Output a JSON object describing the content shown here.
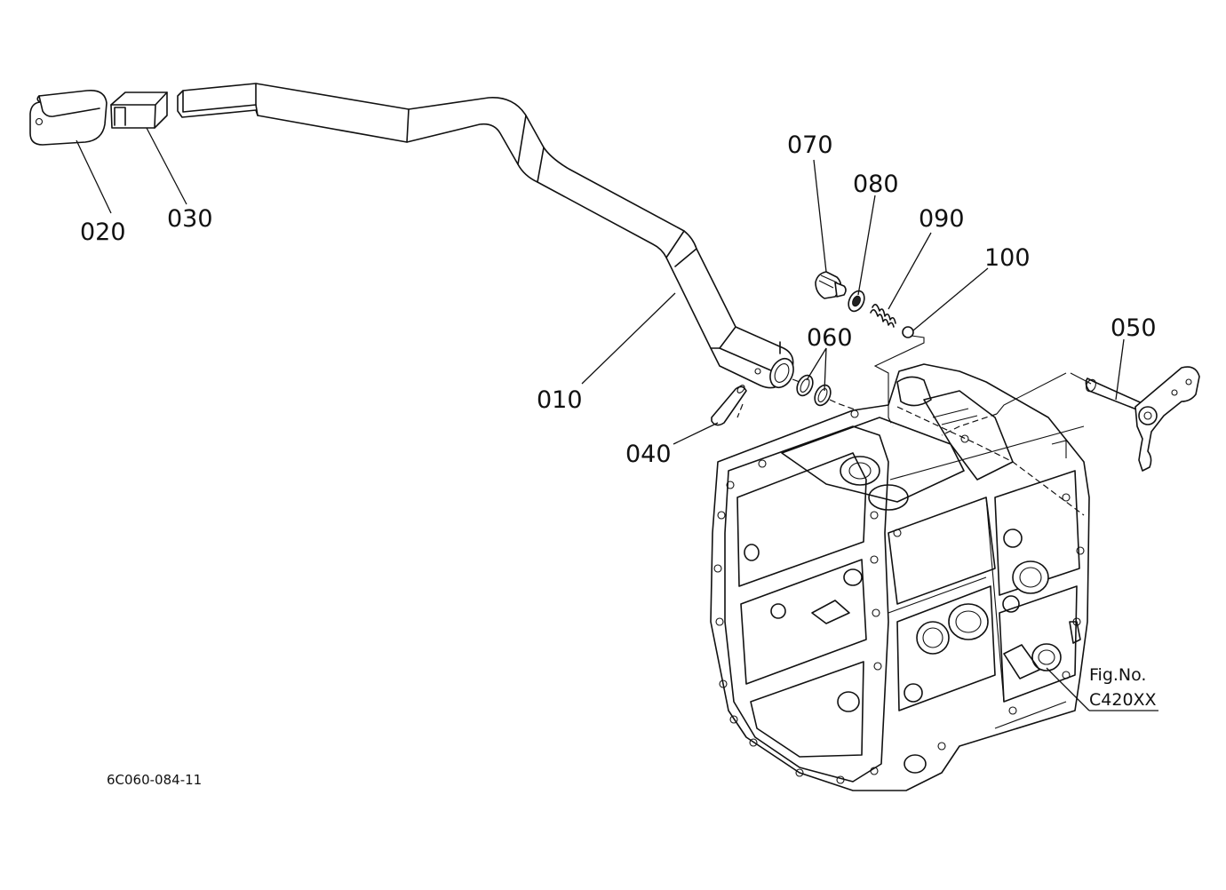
{
  "parts": [
    {
      "id": "010",
      "label": "010"
    },
    {
      "id": "020",
      "label": "020"
    },
    {
      "id": "030",
      "label": "030"
    },
    {
      "id": "040",
      "label": "040"
    },
    {
      "id": "050",
      "label": "050"
    },
    {
      "id": "060",
      "label": "060"
    },
    {
      "id": "070",
      "label": "070"
    },
    {
      "id": "080",
      "label": "080"
    },
    {
      "id": "090",
      "label": "090"
    },
    {
      "id": "100",
      "label": "100"
    }
  ],
  "figure_reference": {
    "line1": "Fig.No.",
    "line2": "C420XX"
  },
  "drawing_code": "6C060-084-11"
}
